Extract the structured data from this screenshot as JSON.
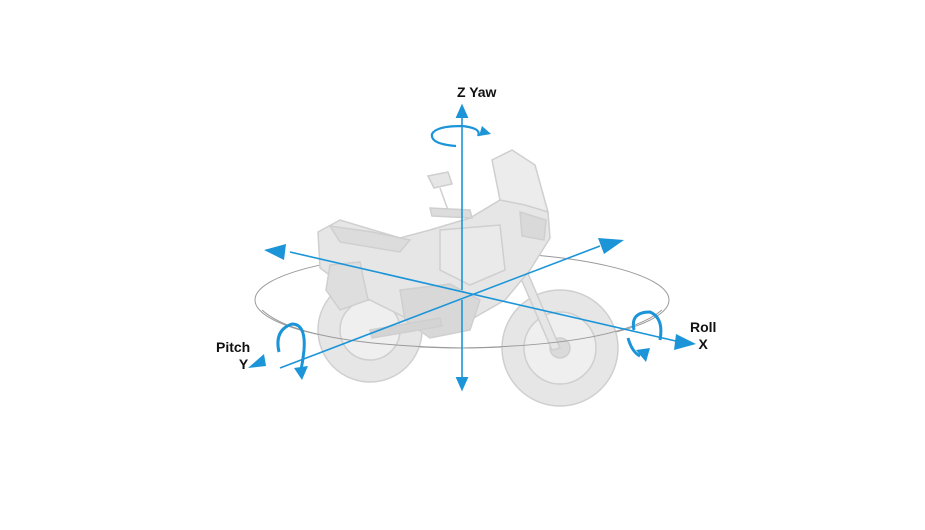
{
  "diagram": {
    "yaw_label": "Z Yaw",
    "pitch_label": "Pitch",
    "pitch_axis": "Y",
    "roll_label": "Roll",
    "roll_axis": "X",
    "accent_color": "#1b95d8",
    "bike_color": "#e6e6e6",
    "bike_outline_color": "#cfcfcf",
    "ellipse_color": "#9a9a9a"
  }
}
